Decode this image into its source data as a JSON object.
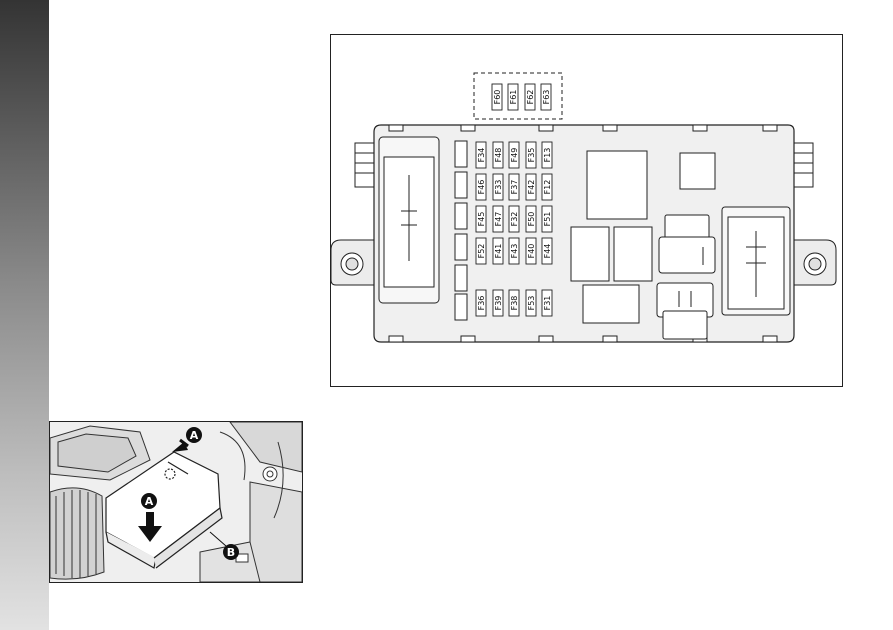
{
  "fuse_box": {
    "upper_group": [
      "F60",
      "F61",
      "F62",
      "F63"
    ],
    "rows": [
      [
        "F34",
        "F48",
        "F49",
        "F35",
        "F13"
      ],
      [
        "F46",
        "F33",
        "F37",
        "F42",
        "F12"
      ],
      [
        "F45",
        "F47",
        "F32",
        "F50",
        "F51"
      ],
      [
        "F52",
        "F41",
        "F43",
        "F40",
        "F44"
      ],
      [
        "F36",
        "F39",
        "F38",
        "F53",
        "F31"
      ]
    ]
  },
  "engine_photo": {
    "callouts": [
      "A",
      "A",
      "B"
    ]
  },
  "colors": {
    "line": "#222222",
    "box_fill": "#f0f0f0",
    "callout": "#111111",
    "side_strip_top": "#343434",
    "side_strip_bottom": "#e2e2e2"
  }
}
